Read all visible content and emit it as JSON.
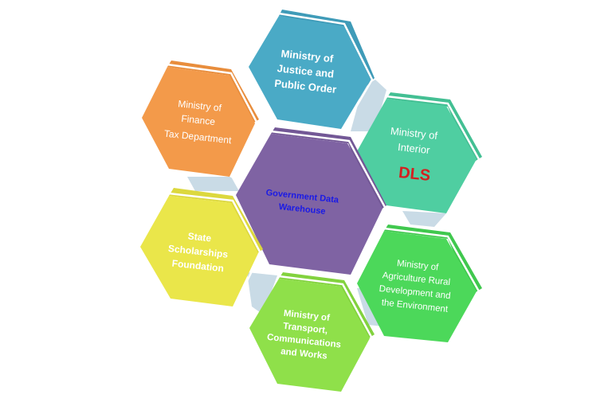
{
  "diagram": {
    "type": "hexagon-cluster",
    "center": {
      "label_lines": [
        "Government Data",
        "Warehouse"
      ],
      "color": "#7f63a3",
      "text_color": "#1a1ae6"
    },
    "nodes": [
      {
        "id": "justice",
        "label_lines": [
          "Ministry of",
          "Justice and",
          "Public Order"
        ],
        "color": "#4aaac6",
        "text_color": "#ffffff",
        "bold": true
      },
      {
        "id": "finance",
        "label_lines": [
          "Ministry of",
          "Finance",
          "Tax Department"
        ],
        "color": "#f39a4a",
        "text_color": "#ffffff",
        "bold": false
      },
      {
        "id": "interior",
        "label_lines": [
          "Ministry of",
          "Interior"
        ],
        "sub_label": "DLS",
        "sub_label_color": "#d42020",
        "color": "#4fcea1",
        "text_color": "#ffffff",
        "bold": false
      },
      {
        "id": "scholarships",
        "label_lines": [
          "State",
          "Scholarships",
          "Foundation"
        ],
        "color": "#eae64a",
        "text_color": "#ffffff",
        "bold": true
      },
      {
        "id": "agriculture",
        "label_lines": [
          "Ministry of",
          "Agriculture Rural",
          "Development and",
          "the Environment"
        ],
        "color": "#4cd85a",
        "text_color": "#ffffff",
        "bold": false
      },
      {
        "id": "transport",
        "label_lines": [
          "Ministry of",
          "Transport,",
          "Communications",
          "and Works"
        ],
        "color": "#8fe04a",
        "text_color": "#ffffff",
        "bold": true
      }
    ],
    "connector_color": "#c9dbe6"
  }
}
